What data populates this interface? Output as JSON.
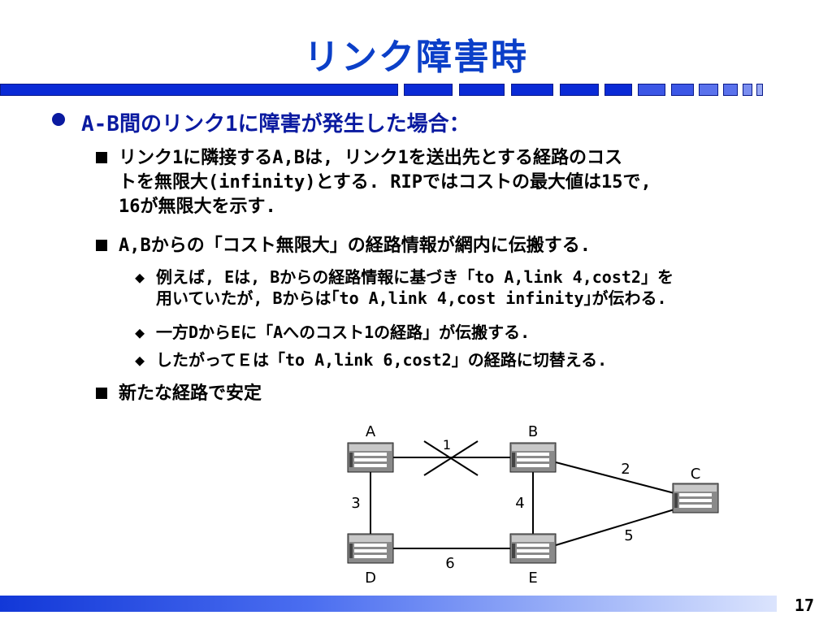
{
  "title": "リンク障害時",
  "bullet1": "A-B間のリンク1に障害が発生した場合：",
  "sub": {
    "a_line1": "リンク1に隣接するA,Bは, リンク1を送出先とする経路のコス",
    "a_line2": "トを無限大(infinity)とする. RIPではコストの最大値は15で,",
    "a_line3": "16が無限大を示す.",
    "b": "A,Bからの「コスト無限大」の経路情報が網内に伝搬する.",
    "b1_line1": "例えば, Eは, Bからの経路情報に基づき「to A,link 4,cost2」を",
    "b1_line2": "用いていたが, Bからは｢to A,link 4,cost  infinity｣が伝わる.",
    "b2": "一方DからEに「Aへのコスト1の経路」が伝搬する.",
    "b3": "したがってＥは「to A,link 6,cost2」の経路に切替える.",
    "c": "新たな経路で安定"
  },
  "diagram": {
    "nodes": {
      "a": "A",
      "b": "B",
      "c": "C",
      "d": "D",
      "e": "E"
    },
    "links": {
      "ab": "1",
      "ad": "3",
      "be": "4",
      "bc": "2",
      "ce": "5",
      "de": "6"
    }
  },
  "page_number": "17",
  "colors": {
    "title": "#0b3fc8",
    "bar": "#0a2ad6",
    "bullet1": "#0a1aa0"
  }
}
